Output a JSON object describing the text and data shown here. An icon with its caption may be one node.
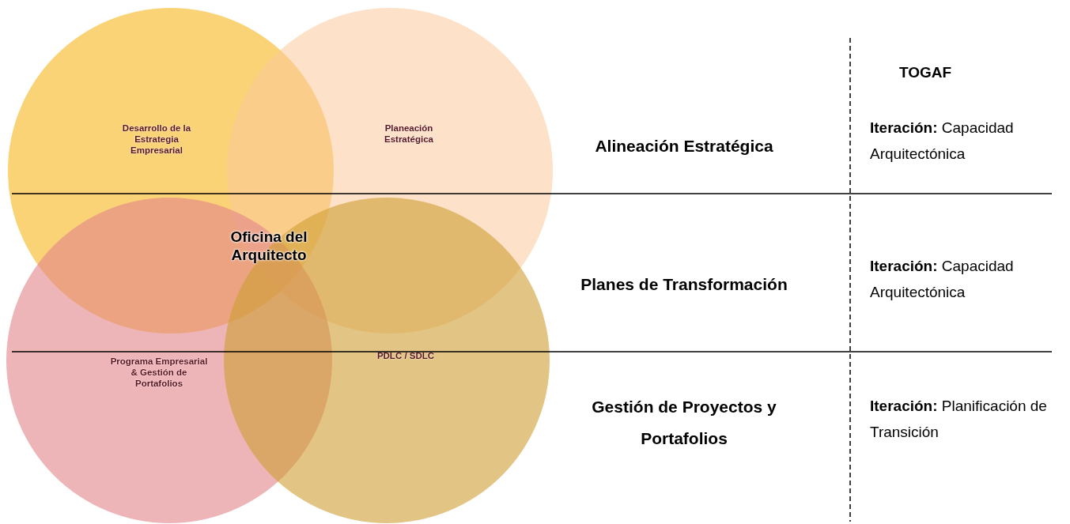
{
  "diagram": {
    "nodes": [
      {
        "text": [
          "Desarrollo de la Estrategia Empresarial"
        ]
      },
      {
        "text": [
          "Planeación Estratégica"
        ]
      },
      {
        "text": [
          "Programa Empresarial & Gestión de Portafolios"
        ]
      },
      {
        "text": [
          "PDLC / SDLC"
        ]
      }
    ],
    "edges": [],
    "labels": [
      "TOGAF",
      "Oficina del Arquitecto",
      "Alineación Estratégica",
      "**Iteración:** Capacidad Arquitectónica",
      "Planes de Transformación",
      "**Iteración:** Capacidad Arquitectónica",
      "Gestión de Proyectos y Portafolios",
      "**Iteración:** Planificación de Transición"
    ]
  }
}
